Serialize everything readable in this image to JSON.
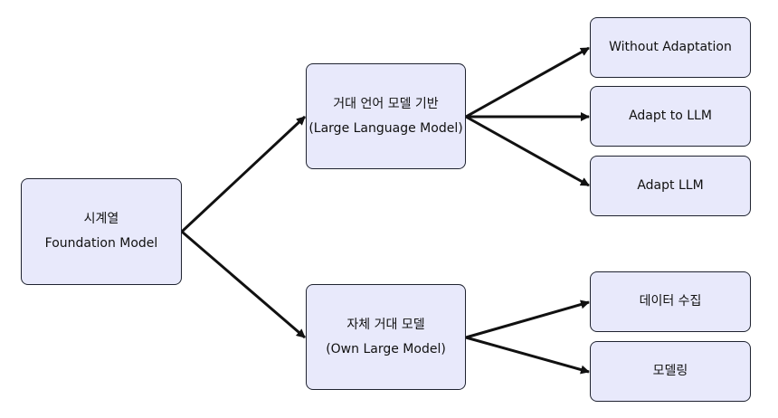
{
  "diagram": {
    "root": {
      "line1": "시계열",
      "line2": "Foundation Model"
    },
    "branch_llm": {
      "line1": "거대 언어 모델 기반",
      "line2": "(Large Language Model)",
      "children": [
        "Without Adaptation",
        "Adapt to LLM",
        "Adapt LLM"
      ]
    },
    "branch_own": {
      "line1": "자체 거대 모델",
      "line2": "(Own Large Model)",
      "children": [
        "데이터 수집",
        "모델링"
      ]
    },
    "colors": {
      "node_fill": "#e8e9fb",
      "node_border": "#1f2330",
      "arrow": "#111111"
    }
  }
}
